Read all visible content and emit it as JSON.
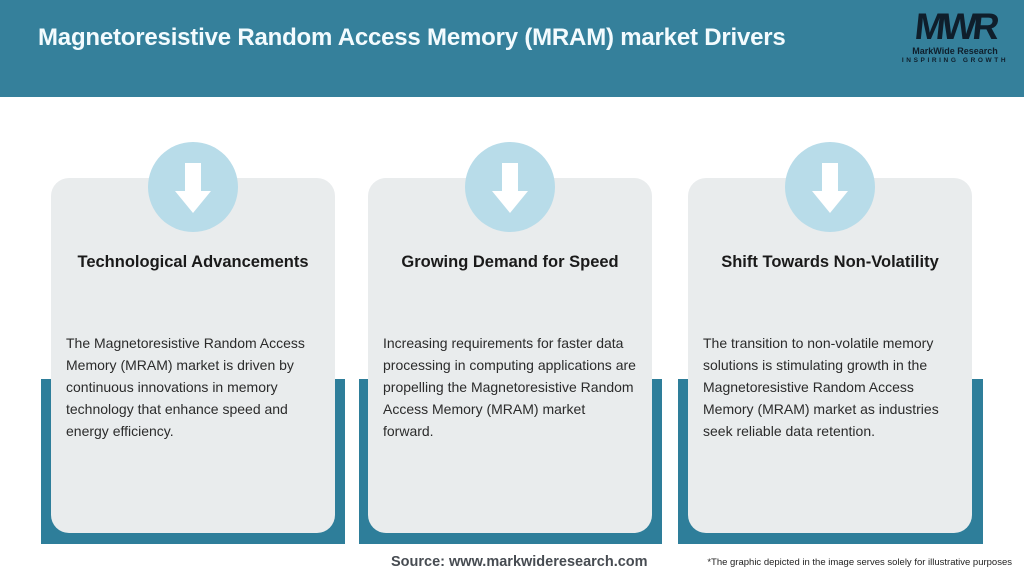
{
  "header": {
    "title": "Magnetoresistive Random Access Memory (MRAM) market Drivers",
    "logo": {
      "monogram": "MWR",
      "name": "MarkWide Research",
      "tagline": "INSPIRING GROWTH"
    }
  },
  "cards": [
    {
      "icon": "down-arrow-icon",
      "title": "Technological Advancements",
      "body": "The Magnetoresistive Random Access Memory (MRAM) market is driven by continuous innovations in memory technology that enhance speed and energy efficiency."
    },
    {
      "icon": "down-arrow-icon",
      "title": "Growing Demand for Speed",
      "body": "Increasing requirements for faster data processing in computing applications are propelling the Magnetoresistive Random Access Memory (MRAM) market forward."
    },
    {
      "icon": "down-arrow-icon",
      "title": "Shift Towards Non-Volatility",
      "body": "The transition to non-volatile memory solutions is stimulating growth in the Magnetoresistive Random Access Memory (MRAM) market as industries seek reliable data retention."
    }
  ],
  "footer": {
    "source": "Source: www.markwideresearch.com",
    "disclaimer": "*The graphic depicted in the image serves solely for illustrative purposes"
  },
  "colors": {
    "header_bg": "#35809B",
    "accent_frame": "#2E7E9A",
    "badge_circle": "#B8DCE9",
    "card_bg": "#E9ECED",
    "title_text": "#F3FBFE"
  }
}
